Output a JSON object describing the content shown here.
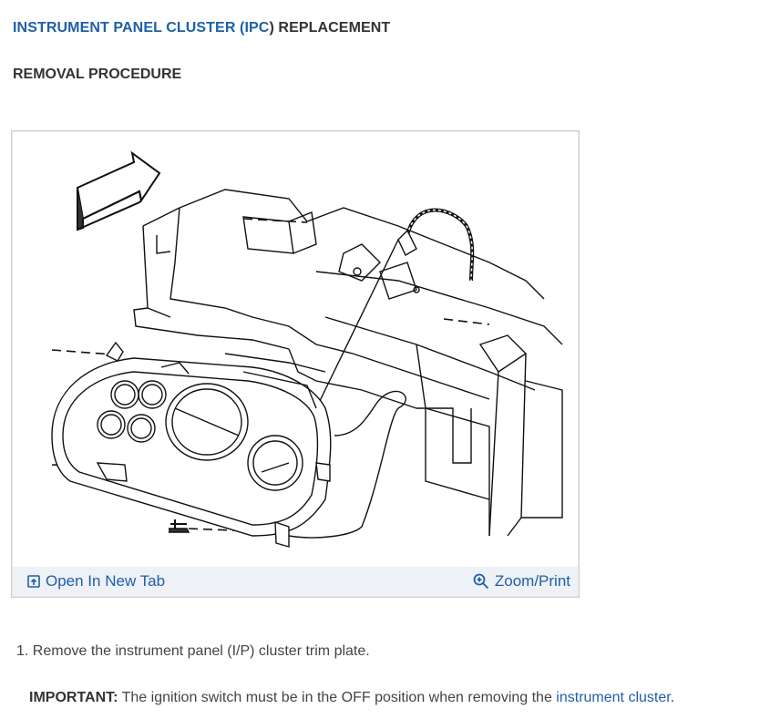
{
  "header": {
    "title_part1": "INSTRUMENT PANEL CLUSTER (",
    "title_part2": "IPC",
    "title_part3": ") REPLACEMENT",
    "subtitle": "REMOVAL PROCEDURE"
  },
  "figure": {
    "open_tab_label": "Open In New Tab",
    "zoom_label": "Zoom/Print",
    "open_tab_icon": "open-new-tab-icon",
    "zoom_icon": "zoom-in-icon"
  },
  "steps": [
    {
      "text": "1. Remove the instrument panel (I/P) cluster trim plate."
    }
  ],
  "note": {
    "label": "IMPORTANT:",
    "text": " The ignition switch must be in the OFF position when removing the ",
    "link": "instrument cluster",
    "end": "."
  },
  "colors": {
    "link": "#1f5fa8",
    "text": "#333333",
    "bar": "#eef1f5"
  }
}
